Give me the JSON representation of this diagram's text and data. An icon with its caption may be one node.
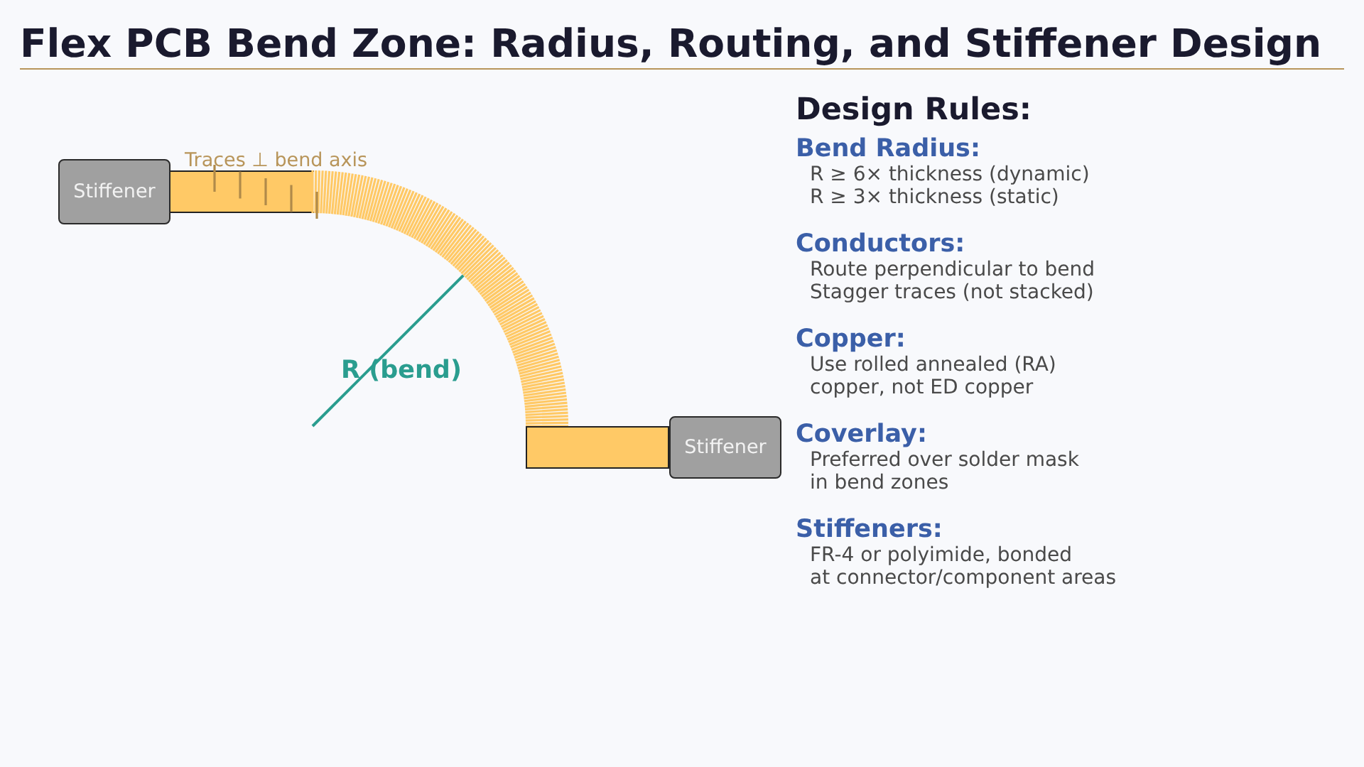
{
  "diagram": {
    "title": "Flex PCB Bend Zone: Radius, Routing, and Stiffener Design",
    "nodes": [
      {
        "text": [
          "Stiffener"
        ]
      },
      {
        "text": [
          "Stiffener"
        ]
      }
    ],
    "labels": [
      "Traces ⊥ bend axis",
      "R (bend)",
      "Design Rules:",
      "Bend Radius:",
      "R ≥ 6× thickness (dynamic)",
      "R ≥ 3× thickness (static)",
      "Conductors:",
      "Route perpendicular to bend",
      "Stagger traces (not stacked)",
      "Copper:",
      "Use rolled annealed (RA) copper, not ED copper",
      "Coverlay:",
      "Preferred over solder mask in bend zones",
      "Stiffeners:",
      "FR-4 or polyimide, bonded at connector/component areas"
    ]
  }
}
